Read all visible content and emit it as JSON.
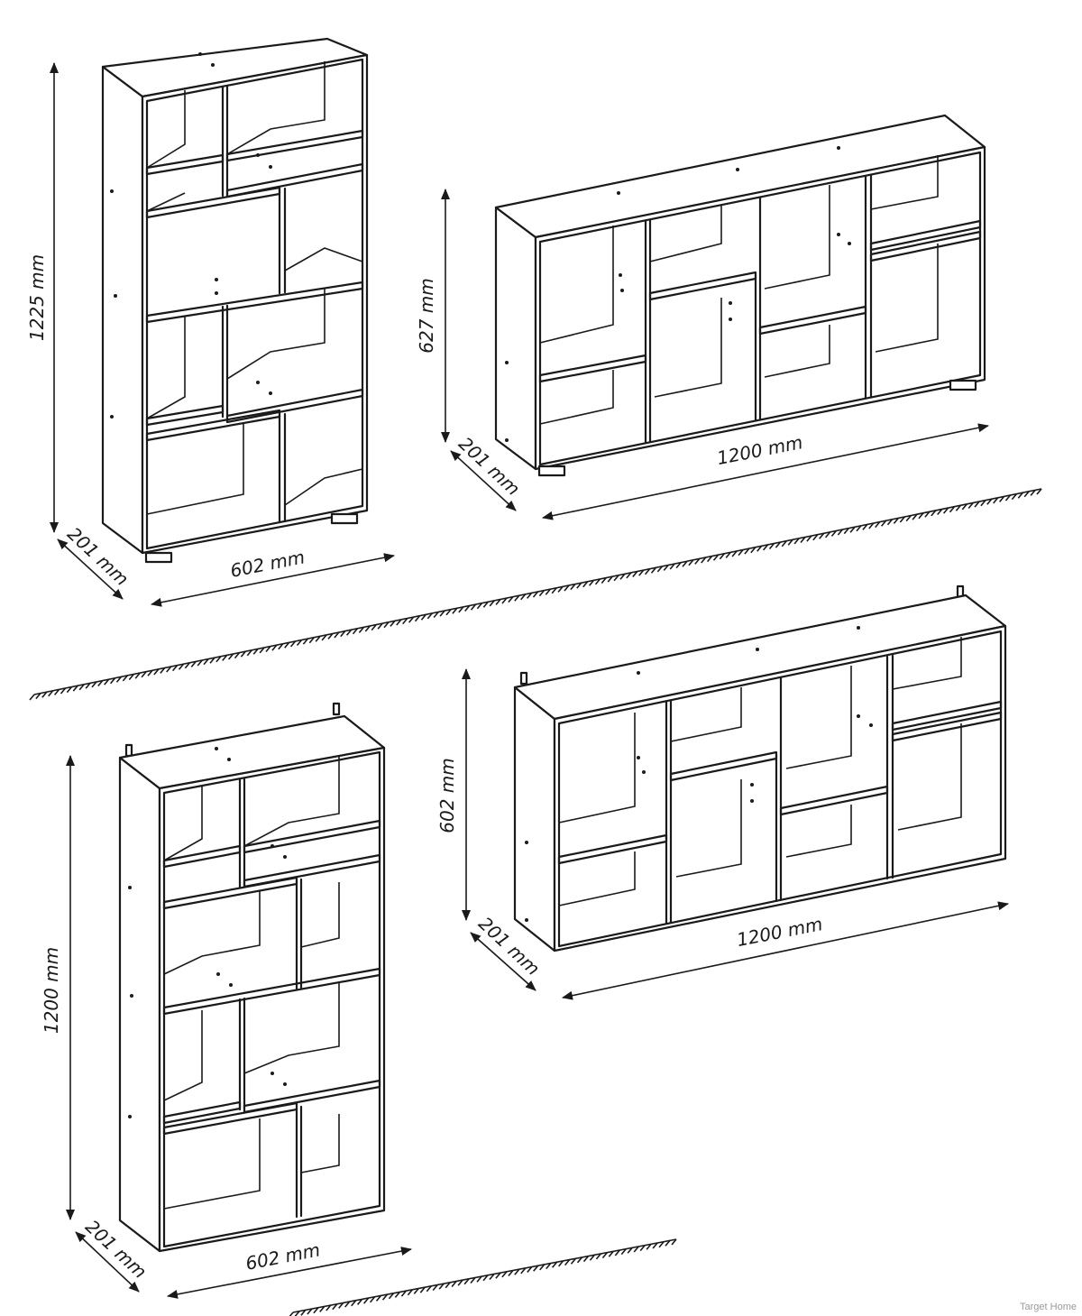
{
  "diagrams": [
    {
      "id": "floor-bookcase",
      "height_label": "1225 mm",
      "width_label": "602 mm",
      "depth_label": "201 mm"
    },
    {
      "id": "floor-sideboard",
      "height_label": "627 mm",
      "width_label": "1200 mm",
      "depth_label": "201 mm"
    },
    {
      "id": "wall-bookcase",
      "height_label": "1200 mm",
      "width_label": "602 mm",
      "depth_label": "201 mm"
    },
    {
      "id": "wall-sideboard",
      "height_label": "602 mm",
      "width_label": "1200 mm",
      "depth_label": "201 mm"
    }
  ],
  "credit": "Target Home"
}
